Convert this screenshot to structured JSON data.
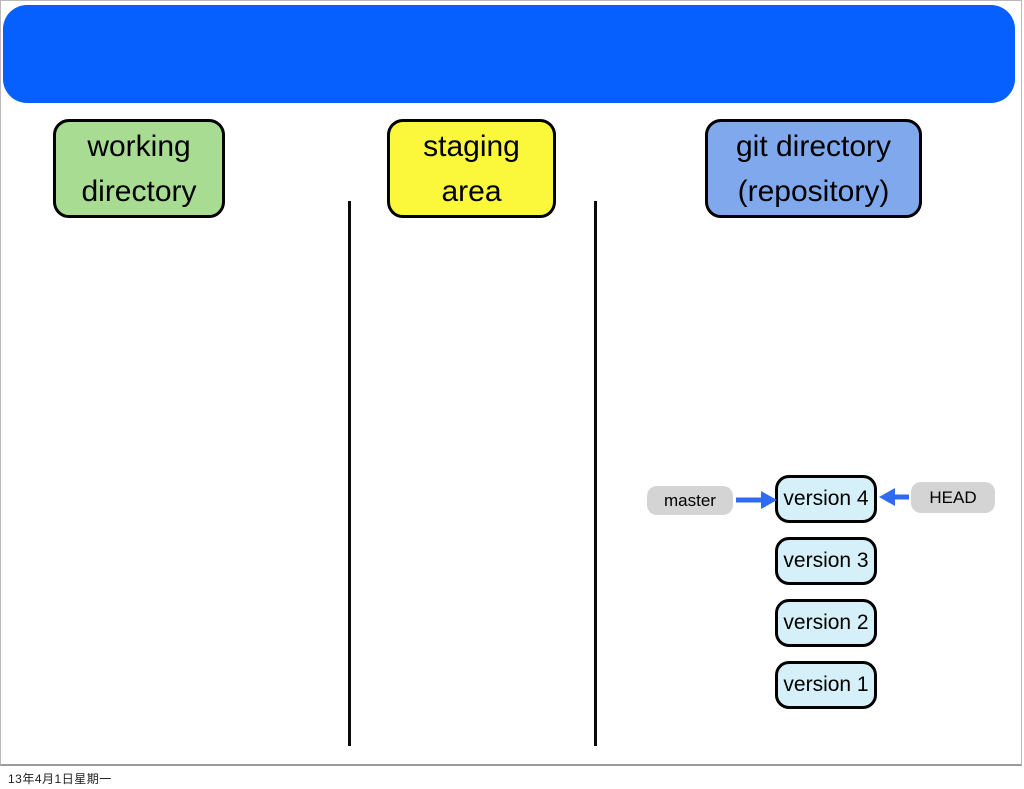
{
  "slide": {
    "title_bar": {
      "text": "",
      "color": "#0560FE"
    },
    "column_headers": [
      {
        "label": "working directory",
        "color": "#A7DC92"
      },
      {
        "label": "staging area",
        "color": "#FBF73B"
      },
      {
        "label": "git directory (repository)",
        "color": "#80A9ED"
      }
    ],
    "diagram": {
      "commits": [
        {
          "label": "version 4"
        },
        {
          "label": "version 3"
        },
        {
          "label": "version 2"
        },
        {
          "label": "version 1"
        }
      ],
      "commit_fill": "#D5F0F8",
      "pointers": [
        {
          "label": "master",
          "points_to": "version 4",
          "side": "left"
        },
        {
          "label": "HEAD",
          "points_to": "version 4",
          "side": "right"
        }
      ],
      "pointer_fill": "#D4D4D4",
      "arrow_color": "#2F6BF2"
    },
    "footer": {
      "date": "13年4月1日星期一"
    }
  }
}
